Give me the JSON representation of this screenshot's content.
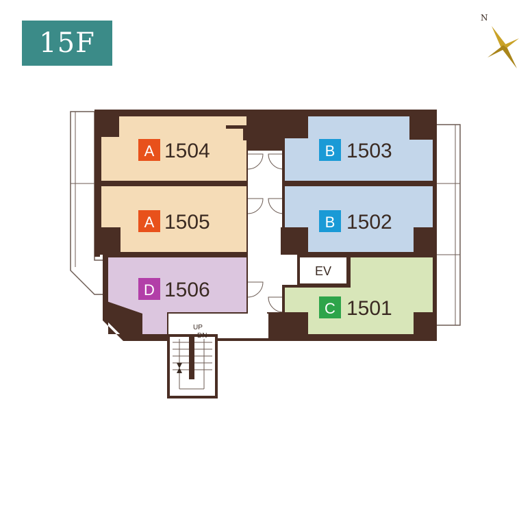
{
  "floor_label": "15F",
  "compass": {
    "north_label": "N"
  },
  "elevator_label": "EV",
  "stairs": {
    "up_label": "UP",
    "down_label": "DN"
  },
  "units": [
    {
      "id": "1504",
      "type": "A",
      "type_color": "#e8511b",
      "room_color": "#f5dcb7"
    },
    {
      "id": "1505",
      "type": "A",
      "type_color": "#e8511b",
      "room_color": "#f5dcb7"
    },
    {
      "id": "1506",
      "type": "D",
      "type_color": "#b23fa8",
      "room_color": "#dcc6df"
    },
    {
      "id": "1503",
      "type": "B",
      "type_color": "#1a9ad6",
      "room_color": "#c3d6ea"
    },
    {
      "id": "1502",
      "type": "B",
      "type_color": "#1a9ad6",
      "room_color": "#c3d6ea"
    },
    {
      "id": "1501",
      "type": "C",
      "type_color": "#2ea44a",
      "room_color": "#d8e6b9"
    }
  ],
  "colors": {
    "wall": "#4a2e24",
    "badge": "#3b8b88",
    "compass": "#c9a227"
  }
}
